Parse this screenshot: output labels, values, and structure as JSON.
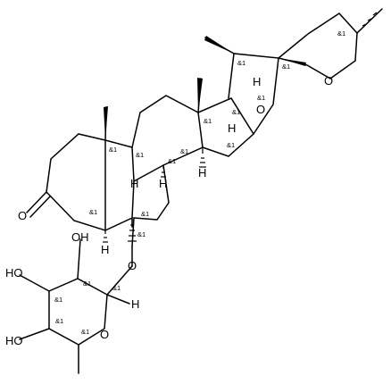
{
  "molecule": {
    "atom_labels": {
      "o_ketone": "O",
      "o_furan": "O",
      "o_pyran": "O",
      "o_glycoside": "O",
      "o_sugar_ring": "O",
      "oh_2": "OH",
      "ho_3": "HO",
      "ho_4": "HO",
      "h_5a": "H",
      "h_8": "H",
      "h_9": "H",
      "h_14": "H",
      "h_16": "H",
      "h_17": "H",
      "h_anomeric": "H"
    },
    "stereo_marker": "&1"
  }
}
